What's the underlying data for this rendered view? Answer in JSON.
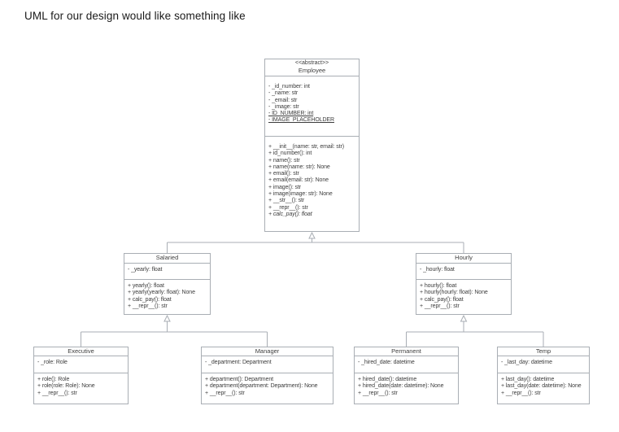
{
  "page": {
    "title": "UML for our design would like something like"
  },
  "colors": {
    "border": "#a9aeb4",
    "text": "#3d3d3d",
    "background": "#ffffff"
  },
  "diagram": {
    "classes": [
      {
        "id": "employee",
        "stereotype": "<<abstract>>",
        "name": "Employee",
        "attributes": [
          {
            "text": "- _id_number: int"
          },
          {
            "text": "- _name: str"
          },
          {
            "text": "- _email: str"
          },
          {
            "text": "- _image: str"
          },
          {
            "text": "- ID_NUMBER: int",
            "underline": true
          },
          {
            "text": "- IMAGE_PLACEHOLDER",
            "underline": true
          }
        ],
        "methods": [
          {
            "text": "+ __init__(name: str, email: str)"
          },
          {
            "text": "+ id_number(): int"
          },
          {
            "text": "+ name(): str"
          },
          {
            "text": "+ name(name: str): None"
          },
          {
            "text": "+ email(): str"
          },
          {
            "text": "+ email(email: str): None"
          },
          {
            "text": "+ image(): str"
          },
          {
            "text": "+ image(image: str): None"
          },
          {
            "text": "+ __str__(): str"
          },
          {
            "text": "+ __repr__(): str"
          },
          {
            "text": "+ calc_pay(): float",
            "italic": true
          }
        ]
      },
      {
        "id": "salaried",
        "name": "Salaried",
        "attributes": [
          {
            "text": "- _yearly: float"
          }
        ],
        "methods": [
          {
            "text": "+ yearly(): float"
          },
          {
            "text": "+ yearly(yearly: float): None"
          },
          {
            "text": "+ calc_pay(): float"
          },
          {
            "text": "+ __repr__(): str"
          }
        ]
      },
      {
        "id": "hourly",
        "name": "Hourly",
        "attributes": [
          {
            "text": "- _hourly: float"
          }
        ],
        "methods": [
          {
            "text": "+ hourly(): float"
          },
          {
            "text": "+ hourly(hourly: float): None"
          },
          {
            "text": "+ calc_pay(): float"
          },
          {
            "text": "+ __repr__(): str"
          }
        ]
      },
      {
        "id": "executive",
        "name": "Executive",
        "attributes": [
          {
            "text": "- _role: Role"
          }
        ],
        "methods": [
          {
            "text": "+ role(): Role"
          },
          {
            "text": "+ role(role: Role): None"
          },
          {
            "text": "+ __repr__(): str"
          }
        ]
      },
      {
        "id": "manager",
        "name": "Manager",
        "attributes": [
          {
            "text": "- _department: Department"
          }
        ],
        "methods": [
          {
            "text": "+ department(): Department"
          },
          {
            "text": "+ department(department: Department): None"
          },
          {
            "text": "+ __repr__(): str"
          }
        ]
      },
      {
        "id": "permanent",
        "name": "Permanent",
        "attributes": [
          {
            "text": "- _hired_date: datetime"
          }
        ],
        "methods": [
          {
            "text": "+ hired_date(): datetime"
          },
          {
            "text": "+ hired_date(date: datetime): None"
          },
          {
            "text": "+ __repr__(): str"
          }
        ]
      },
      {
        "id": "temp",
        "name": "Temp",
        "attributes": [
          {
            "text": "- _last_day: datetime"
          }
        ],
        "methods": [
          {
            "text": "+ last_day(): datetime"
          },
          {
            "text": "+ last_day(date: datetime): None"
          },
          {
            "text": "+ __repr__(): str"
          }
        ]
      }
    ],
    "relations": [
      {
        "child": "Salaried",
        "parent": "Employee",
        "type": "inheritance"
      },
      {
        "child": "Hourly",
        "parent": "Employee",
        "type": "inheritance"
      },
      {
        "child": "Executive",
        "parent": "Salaried",
        "type": "inheritance"
      },
      {
        "child": "Manager",
        "parent": "Salaried",
        "type": "inheritance"
      },
      {
        "child": "Permanent",
        "parent": "Hourly",
        "type": "inheritance"
      },
      {
        "child": "Temp",
        "parent": "Hourly",
        "type": "inheritance"
      }
    ]
  }
}
